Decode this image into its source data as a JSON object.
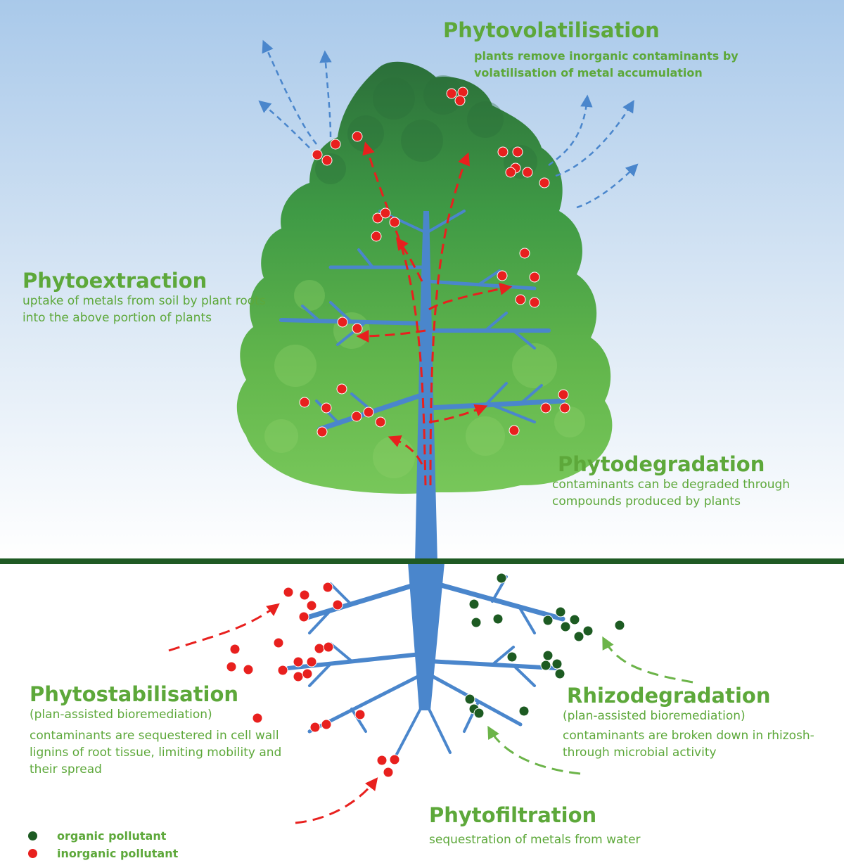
{
  "colors": {
    "sky_top": "#a9c9ea",
    "sky_bottom": "#ffffff",
    "ground_line": "#1f5a24",
    "foliage_dark": "#2d7a3e",
    "foliage_light": "#6cbf4e",
    "trunk": "#4a86cc",
    "inorganic": "#e8201e",
    "organic": "#1d5b22",
    "flow_arrow": "#e8201e",
    "volatile_arrow": "#4a86cc",
    "rhizo_arrow": "#6cb449",
    "label_green": "#5da83a"
  },
  "labels": {
    "phytovolatilisation": {
      "title": "Phytovolatilisation",
      "line1": "plants remove inorganic contaminants by",
      "line2": "volatilisation of metal  accumulation"
    },
    "phytoextraction": {
      "title": "Phytoextraction",
      "line1": "uptake of metals from soil by plant roots",
      "line2": "into the above portion of plants"
    },
    "phytodegradation": {
      "title": "Phytodegradation",
      "line1": "contaminants can be degraded through",
      "line2": "compounds produced by plants"
    },
    "phytostabilisation": {
      "title": "Phytostabilisation",
      "subtitle": "(plan-assisted bioremediation)",
      "line1": "contaminants are sequestered in cell wall",
      "line2": "lignins of root tissue, limiting mobility and",
      "line3": "their spread"
    },
    "rhizodegradation": {
      "title": "Rhizodegradation",
      "subtitle": "(plan-assisted bioremediation)",
      "line1": "contaminants are broken down in rhizosh-",
      "line2": " through microbial activity"
    },
    "phytofiltration": {
      "title": "Phytofiltration",
      "line1": "sequestration of metals from water"
    }
  },
  "legend": {
    "organic": "organic pollutant",
    "inorganic": "inorganic pollutant"
  }
}
